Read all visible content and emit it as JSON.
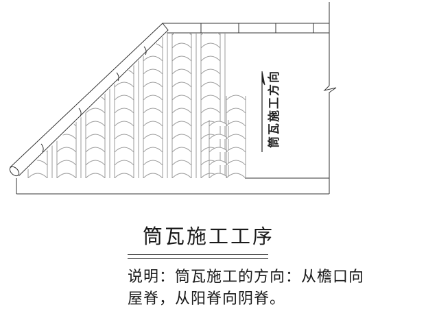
{
  "drawing": {
    "direction_label": "筒瓦施工方向",
    "line_color": "#333333"
  },
  "title": "筒瓦施工工序",
  "note": {
    "line1": "说明：筒瓦施工的方向：从檐口向",
    "line2": "屋脊，从阳脊向阴脊。"
  }
}
